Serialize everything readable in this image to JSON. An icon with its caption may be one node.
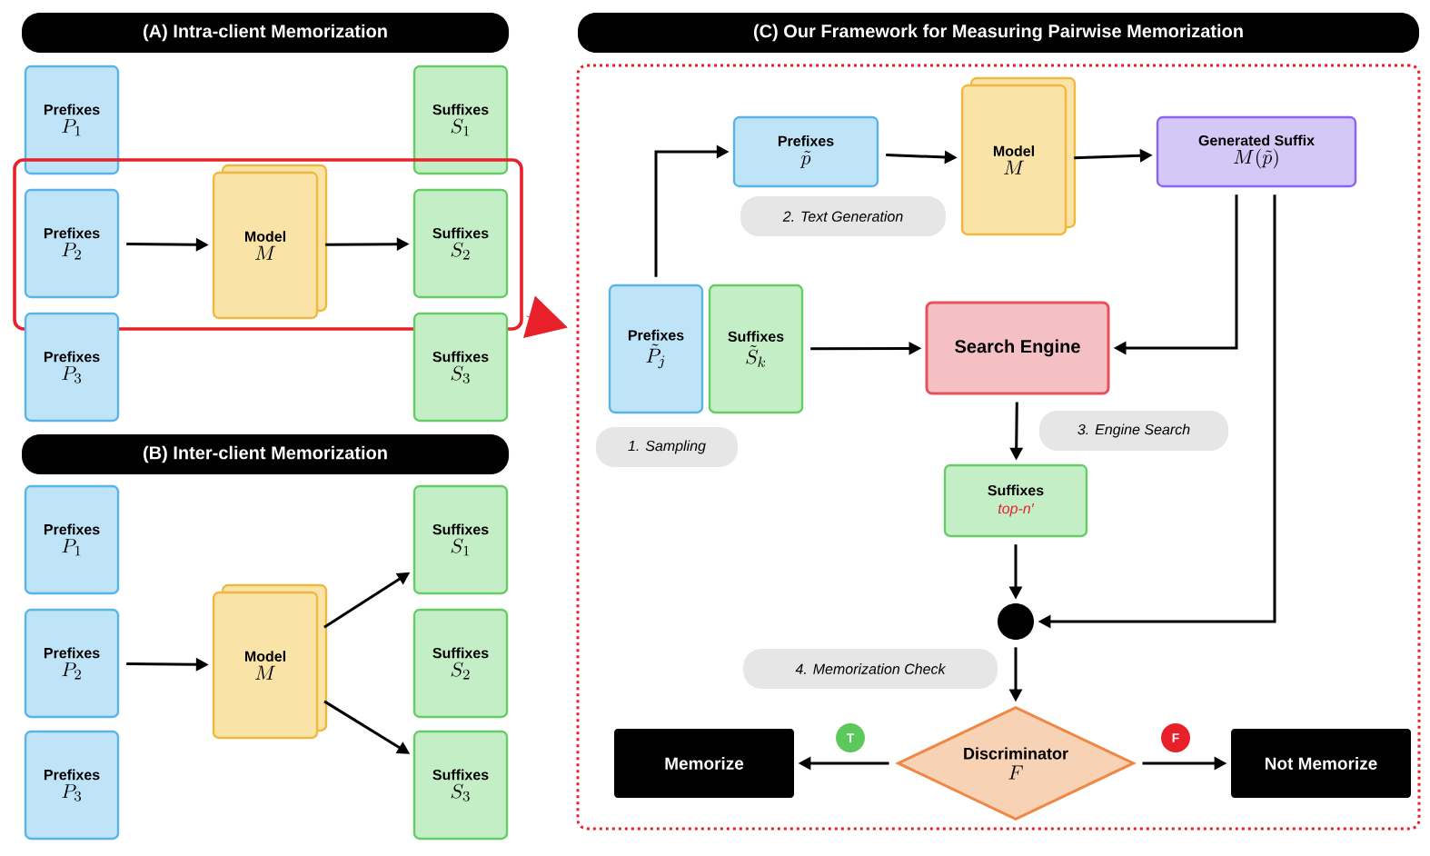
{
  "diagram": {
    "nodes": [
      {
        "text": [
          "(A) Intra-client Memorization"
        ]
      },
      {
        "text": [
          "Prefixes",
          "P_1"
        ]
      },
      {
        "text": [
          "Suffixes",
          "S_1"
        ]
      },
      {
        "text": [],
        "shape": "box"
      },
      {
        "text": [
          "Prefixes",
          "P_2"
        ],
        "in": 3
      },
      {
        "text": [
          "Model",
          "M"
        ],
        "in": 3
      },
      {
        "text": [
          "Suffixes",
          "S_2"
        ],
        "in": 3
      },
      {
        "text": [
          "Prefixes",
          "P_3"
        ]
      },
      {
        "text": [
          "Suffixes",
          "S_3"
        ]
      },
      {
        "text": [
          "(B) Inter-client Memorization"
        ]
      },
      {
        "text": [
          "Prefixes",
          "P_1"
        ]
      },
      {
        "text": [
          "Prefixes",
          "P_2"
        ]
      },
      {
        "text": [
          "Prefixes",
          "P_3"
        ]
      },
      {
        "text": [
          "Model",
          "M"
        ]
      },
      {
        "text": [
          "Suffixes",
          "S_1"
        ]
      },
      {
        "text": [
          "Suffixes",
          "S_2"
        ]
      },
      {
        "text": [
          "Suffixes",
          "S_3"
        ]
      },
      {
        "text": [
          "(C) Our Framework for Measuring Pairwise Memorization"
        ]
      },
      {
        "text": [],
        "shape": "box"
      },
      {
        "text": [
          "Prefixes",
          "\\tilde{p}"
        ],
        "in": 18
      },
      {
        "text": [
          "Model",
          "M"
        ],
        "in": 18
      },
      {
        "text": [
          "Generated Suffix",
          "M(\\tilde{p})"
        ],
        "in": 18
      },
      {
        "text": [
          "Prefixes",
          "\\tilde{P}_j"
        ],
        "in": 18
      },
      {
        "text": [
          "Suffixes",
          "\\tilde{S}_k"
        ],
        "in": 18
      },
      {
        "text": [
          "Search Engine"
        ],
        "in": 18
      },
      {
        "text": [
          "Suffixes",
          "top-n′"
        ],
        "in": 18
      },
      {
        "text": [],
        "shape": "circle",
        "in": 18
      },
      {
        "text": [
          "Discriminator",
          "F"
        ],
        "in": 18
      },
      {
        "text": [
          "Memorize"
        ],
        "in": 18
      },
      {
        "text": [
          "Not Memorize"
        ],
        "in": 18
      },
      {
        "text": [
          "1. Sampling"
        ],
        "in": 18
      },
      {
        "text": [
          "2. Text Generation"
        ],
        "in": 18
      },
      {
        "text": [
          "3. Engine Search"
        ],
        "in": 18
      },
      {
        "text": [
          "4. Memorization Check"
        ],
        "in": 18
      },
      {
        "text": [
          "T"
        ],
        "in": 18
      },
      {
        "text": [
          "F"
        ],
        "in": 18
      }
    ],
    "edges": [
      {
        "from": 4,
        "to": 5,
        "arrow": "to"
      },
      {
        "from": 5,
        "to": 6,
        "arrow": "to"
      },
      {
        "from": 3,
        "to": 18,
        "arrow": "to",
        "color": "#e8202a"
      },
      {
        "from": 11,
        "to": 13,
        "arrow": "to"
      },
      {
        "from": 13,
        "to": 14,
        "arrow": "to"
      },
      {
        "from": 13,
        "to": 16,
        "arrow": "to"
      },
      {
        "from": 22,
        "to": 19,
        "arrow": "to"
      },
      {
        "from": 19,
        "to": 20,
        "arrow": "to"
      },
      {
        "from": 20,
        "to": 21,
        "arrow": "to"
      },
      {
        "from": 21,
        "to": 24,
        "arrow": "to"
      },
      {
        "from": 23,
        "to": 24,
        "arrow": "to"
      },
      {
        "from": 24,
        "to": 25,
        "arrow": "to"
      },
      {
        "from": 25,
        "to": 26,
        "arrow": "to"
      },
      {
        "from": 21,
        "to": 26,
        "arrow": "to"
      },
      {
        "from": 26,
        "to": 27,
        "arrow": "to"
      },
      {
        "from": 27,
        "to": 28,
        "arrow": "to"
      },
      {
        "from": 27,
        "to": 29,
        "arrow": "to"
      }
    ]
  }
}
